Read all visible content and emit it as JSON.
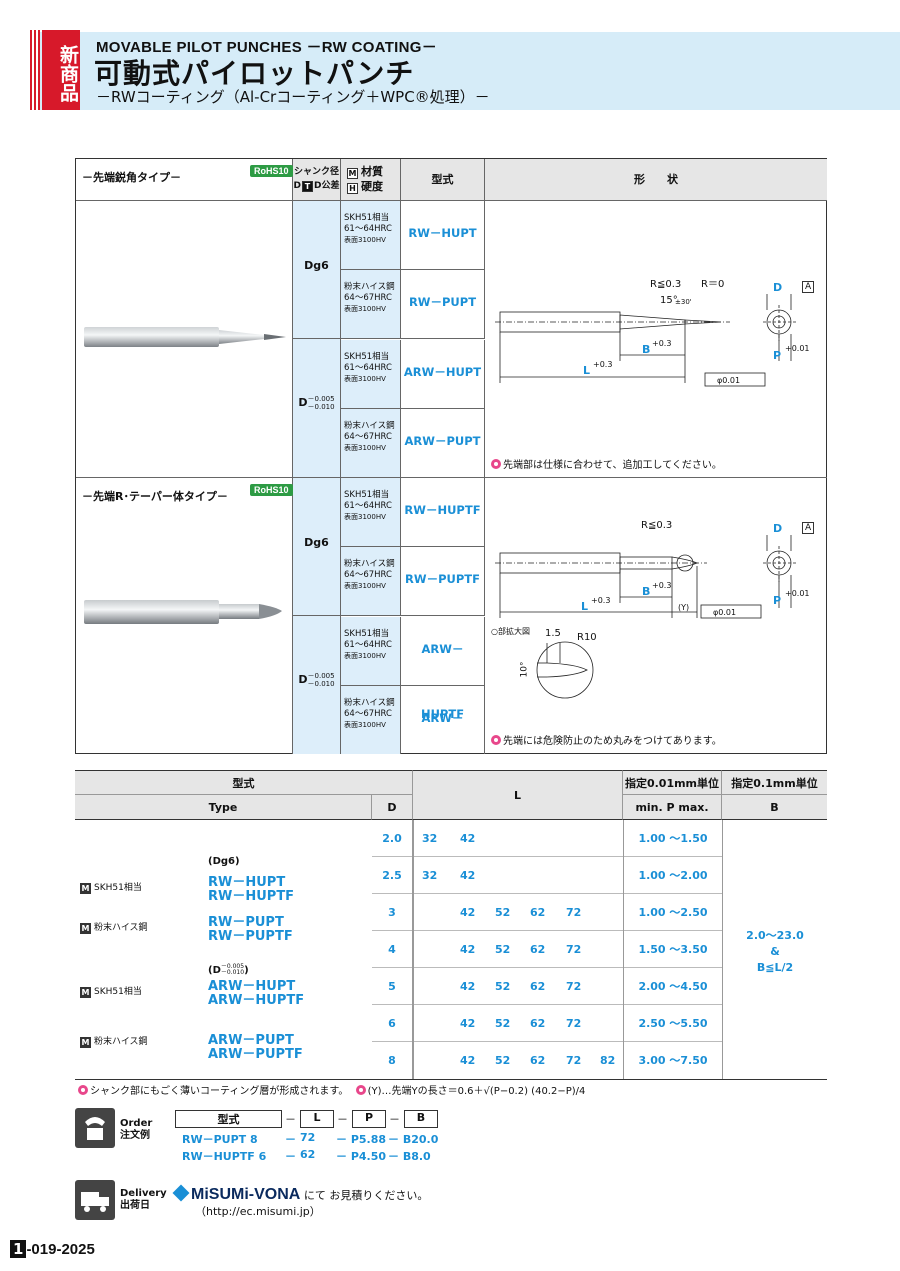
{
  "header": {
    "new_tag": "新商品",
    "title_en": "MOVABLE PILOT PUNCHES －RW COATING－",
    "title_jp": "可動式パイロットパンチ",
    "subtitle": "－RWコーティング（Al-Crコーティング＋WPC®処理）－"
  },
  "table1": {
    "headers": {
      "shank": "シャンク径",
      "tol": "D公差",
      "material": "材質",
      "hardness": "硬度",
      "type": "型式",
      "shape": "形　　状",
      "m": "M",
      "h": "H",
      "t": "T",
      "d": "D"
    },
    "sections": [
      {
        "name": "－先端鋭角タイプ－",
        "rohs": "RoHS10",
        "rows": [
          {
            "tol": "Dg6",
            "mat": [
              "SKH51相当",
              "61～64HRC",
              "表面3100HV"
            ],
            "model": "RW－HUPT"
          },
          {
            "mat": [
              "粉末ハイス鋼",
              "64～67HRC",
              "表面3100HV"
            ],
            "model": "RW－PUPT"
          },
          {
            "tol": "D",
            "tol_sup": "－0.005",
            "tol_sub": "－0.010",
            "mat": [
              "SKH51相当",
              "61～64HRC",
              "表面3100HV"
            ],
            "model": "ARW－HUPT"
          },
          {
            "mat": [
              "粉末ハイス鋼",
              "64～67HRC",
              "表面3100HV"
            ],
            "model": "ARW－PUPT"
          }
        ],
        "note": "先端部は仕様に合わせて、追加工してください。",
        "dims": {
          "r1": "R≦0.3",
          "r2": "R＝0",
          "angle": "15°",
          "angle_tol": "±30'",
          "b": "B",
          "b_tol": "+0.3",
          "b_tol0": "0",
          "l": "L",
          "l_tol": "+0.3",
          "l_tol0": "0",
          "d": "D",
          "a": "A",
          "p": "P",
          "p_tol": "+0.01",
          "p_tol0": "0",
          "conc": "φ0.01"
        }
      },
      {
        "name": "－先端R･テーパー体タイプ－",
        "rohs": "RoHS10",
        "rows": [
          {
            "tol": "Dg6",
            "mat": [
              "SKH51相当",
              "61～64HRC",
              "表面3100HV"
            ],
            "model": "RW－HUPTF"
          },
          {
            "mat": [
              "粉末ハイス鋼",
              "64～67HRC",
              "表面3100HV"
            ],
            "model": "RW－PUPTF"
          },
          {
            "tol": "D",
            "tol_sup": "－0.005",
            "tol_sub": "－0.010",
            "mat": [
              "SKH51相当",
              "61～64HRC",
              "表面3100HV"
            ],
            "model": "ARW－HUPTF"
          },
          {
            "mat": [
              "粉末ハイス鋼",
              "64～67HRC",
              "表面3100HV"
            ],
            "model": "ARW－PUPTF"
          }
        ],
        "note": "先端には危険防止のため丸みをつけてあります。",
        "dims": {
          "r1": "R≦0.3",
          "y": "(Y)",
          "detail": "○部拡大図",
          "d15": "1.5",
          "r10": "R10",
          "ang10": "10°"
        }
      }
    ]
  },
  "table2": {
    "h_type_jp": "型式",
    "h_type": "Type",
    "h_d": "D",
    "h_l": "L",
    "h_p_jp": "指定0.01mm単位",
    "h_p": "min. P max.",
    "h_b_jp": "指定0.1mm単位",
    "h_b": "B",
    "groups": [
      {
        "m": "M",
        "mat": "SKH51相当",
        "tol": "(Dg6)",
        "models": [
          "RW－HUPT",
          "RW－HUPTF"
        ]
      },
      {
        "m": "M",
        "mat": "粉末ハイス鋼",
        "models": [
          "RW－PUPT",
          "RW－PUPTF"
        ]
      },
      {
        "m": "M",
        "mat": "SKH51相当",
        "tol": "(D",
        "tol_sup": "－0.005",
        "tol_sub": "－0.010",
        "tol_end": ")",
        "models": [
          "ARW－HUPT",
          "ARW－HUPTF"
        ]
      },
      {
        "m": "M",
        "mat": "粉末ハイス鋼",
        "models": [
          "ARW－PUPT",
          "ARW－PUPTF"
        ]
      }
    ],
    "rows": [
      {
        "d": "2.0",
        "l": [
          "32",
          "42",
          "",
          "",
          "",
          ""
        ],
        "p": "1.00 ～1.50"
      },
      {
        "d": "2.5",
        "l": [
          "32",
          "42",
          "",
          "",
          "",
          ""
        ],
        "p": "1.00 ～2.00"
      },
      {
        "d": "3",
        "l": [
          "",
          "42",
          "52",
          "62",
          "72",
          ""
        ],
        "p": "1.00 ～2.50"
      },
      {
        "d": "4",
        "l": [
          "",
          "42",
          "52",
          "62",
          "72",
          ""
        ],
        "p": "1.50 ～3.50"
      },
      {
        "d": "5",
        "l": [
          "",
          "42",
          "52",
          "62",
          "72",
          ""
        ],
        "p": "2.00 ～4.50"
      },
      {
        "d": "6",
        "l": [
          "",
          "42",
          "52",
          "62",
          "72",
          ""
        ],
        "p": "2.50 ～5.50"
      },
      {
        "d": "8",
        "l": [
          "",
          "42",
          "52",
          "62",
          "72",
          "82"
        ],
        "p": "3.00 ～7.50"
      }
    ],
    "b_value": [
      "2.0～23.0",
      "&",
      "B≦L/2"
    ]
  },
  "footnote1": "シャンク部にもごく薄いコーティング層が形成されます。",
  "footnote2": "(Y)…先端Yの長さ＝0.6＋√(P−0.2) (40.2−P)/4",
  "order": {
    "label_en": "Order",
    "label_jp": "注文例",
    "cols": [
      "型式",
      "L",
      "P",
      "B"
    ],
    "dash": "－",
    "ex": [
      [
        "RW－PUPT 8",
        "72",
        "－ P5.88",
        "－ B20.0"
      ],
      [
        "RW－HUPTF 6",
        "62",
        "－ P4.50",
        "－ B8.0"
      ]
    ]
  },
  "delivery": {
    "label_en": "Delivery",
    "label_jp": "出荷日",
    "brand": "MiSUMi-VONA",
    "text": "にて お見積りください。",
    "url": "（http://ec.misumi.jp）"
  },
  "page": {
    "num": "1",
    "code": "-019-2025"
  }
}
